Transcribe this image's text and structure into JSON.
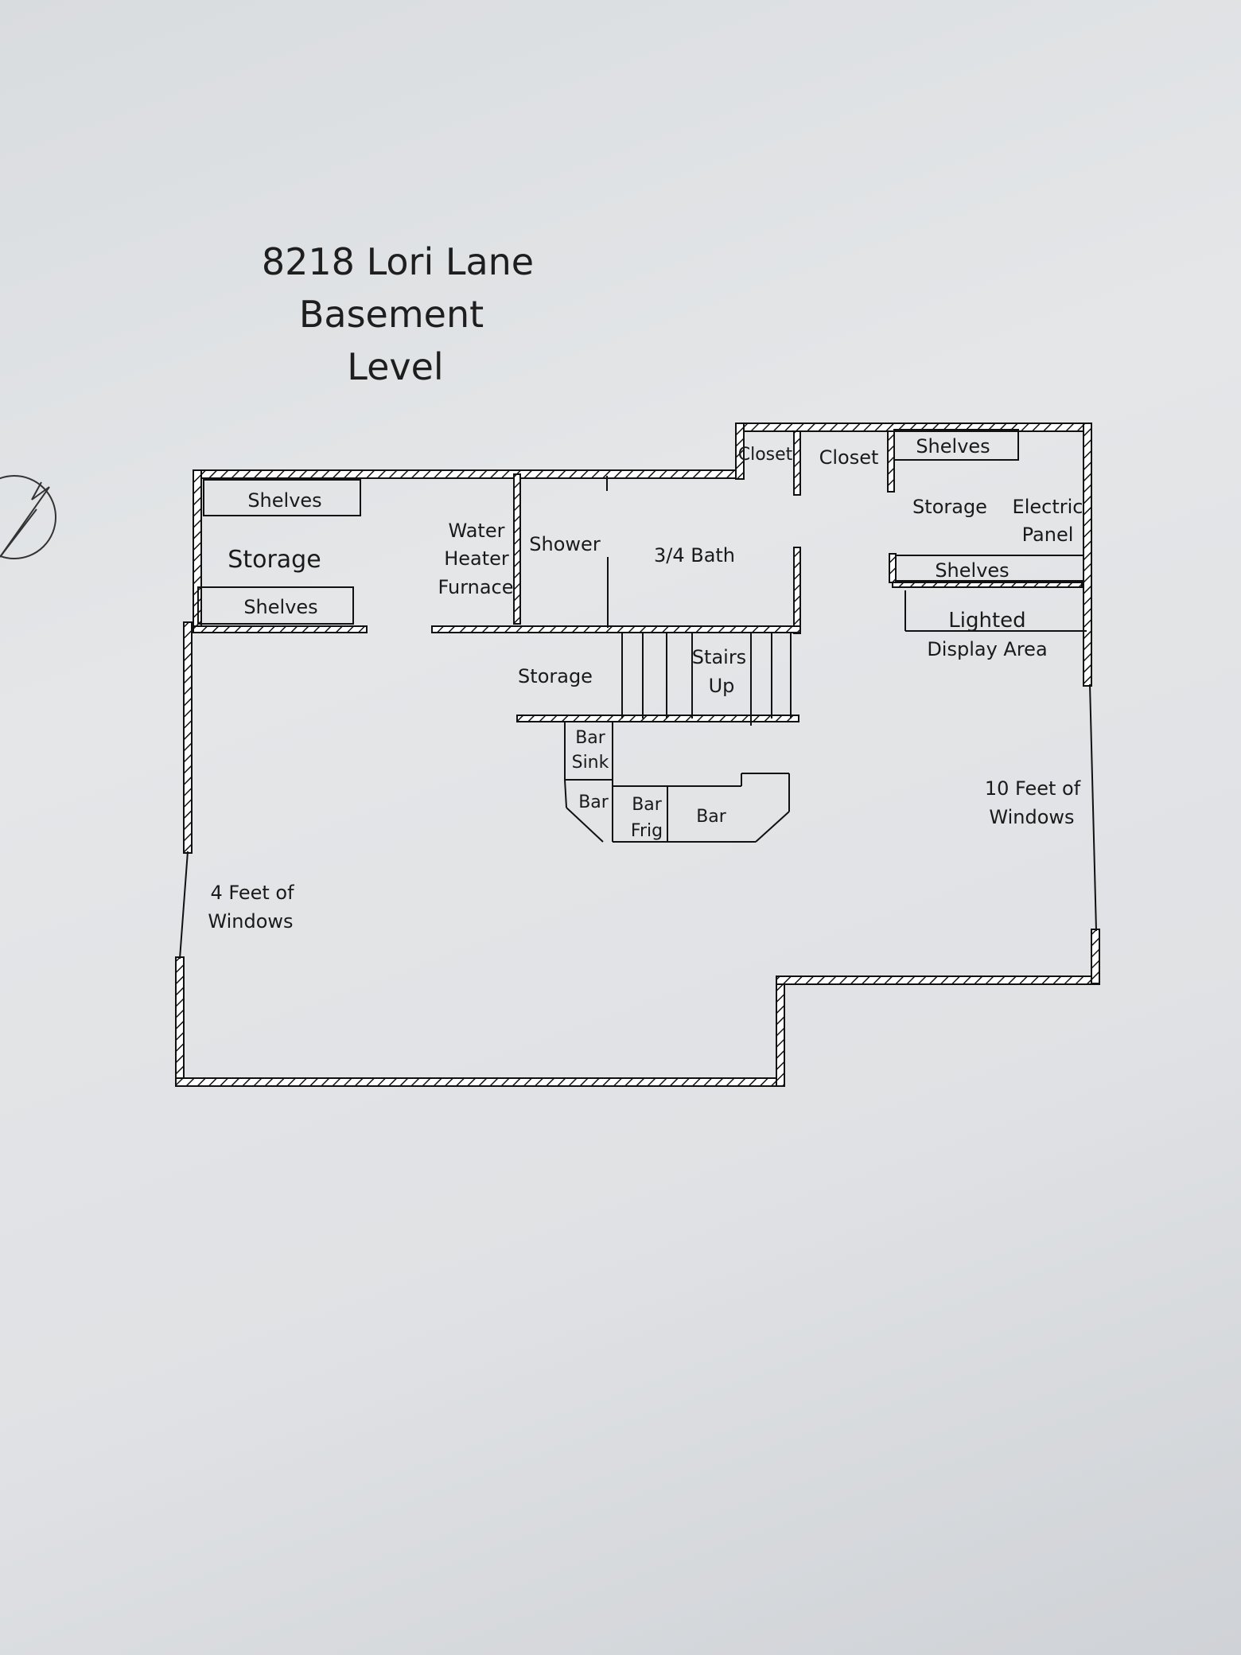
{
  "title": {
    "address": "8218 Lori Lane",
    "line2": "Basement",
    "line3": "Level"
  },
  "labels": {
    "shelves_top_left": "Shelves",
    "storage_left": "Storage",
    "shelves_left_lower": "Shelves",
    "water": "Water",
    "heater": "Heater",
    "furnace": "Furnace",
    "shower": "Shower",
    "bath": "3/4 Bath",
    "closet_1": "Closet",
    "closet_2": "Closet",
    "shelves_top_right": "Shelves",
    "storage_right": "Storage",
    "electric": "Electric",
    "panel": "Panel",
    "shelves_right": "Shelves",
    "lighted": "Lighted",
    "display_area": "Display Area",
    "storage_center": "Storage",
    "stairs": "Stairs",
    "up": "Up",
    "bar_sink_1": "Bar",
    "bar_sink_2": "Sink",
    "bar_left": "Bar",
    "bar_frig_1": "Bar",
    "bar_frig_2": "Frig",
    "bar_right": "Bar",
    "windows_10_1": "10 Feet of",
    "windows_10_2": "Windows",
    "windows_4_1": "4 Feet of",
    "windows_4_2": "Windows"
  }
}
